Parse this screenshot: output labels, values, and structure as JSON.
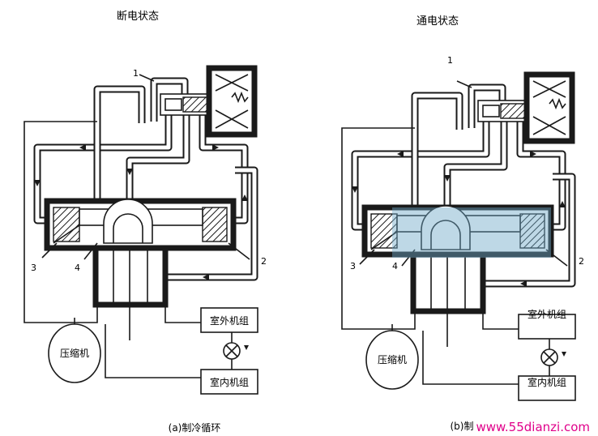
{
  "left_panel": {
    "title": "断电状态",
    "labels": {
      "n1": "1",
      "n2": "2",
      "n3": "3",
      "n4": "4"
    },
    "compressor": "压缩机",
    "outdoor_unit": "室外机组",
    "indoor_unit": "室内机组",
    "caption": "(a)制冷循环"
  },
  "right_panel": {
    "title": "通电状态",
    "labels": {
      "n1": "1",
      "n2": "2",
      "n3": "3",
      "n4": "4"
    },
    "compressor": "压缩机",
    "outdoor_unit": "室外机组",
    "indoor_unit": "室内机组",
    "caption": "(b)制"
  },
  "watermark": "www.55dianzi.com",
  "colors": {
    "ink": "#1a1a1a",
    "highlight": "#6fa8c8",
    "watermark": "#e0008a"
  },
  "icons": [
    "solenoid-coil-icon",
    "spring-icon",
    "expansion-valve-icon",
    "flow-arrow-icon"
  ]
}
